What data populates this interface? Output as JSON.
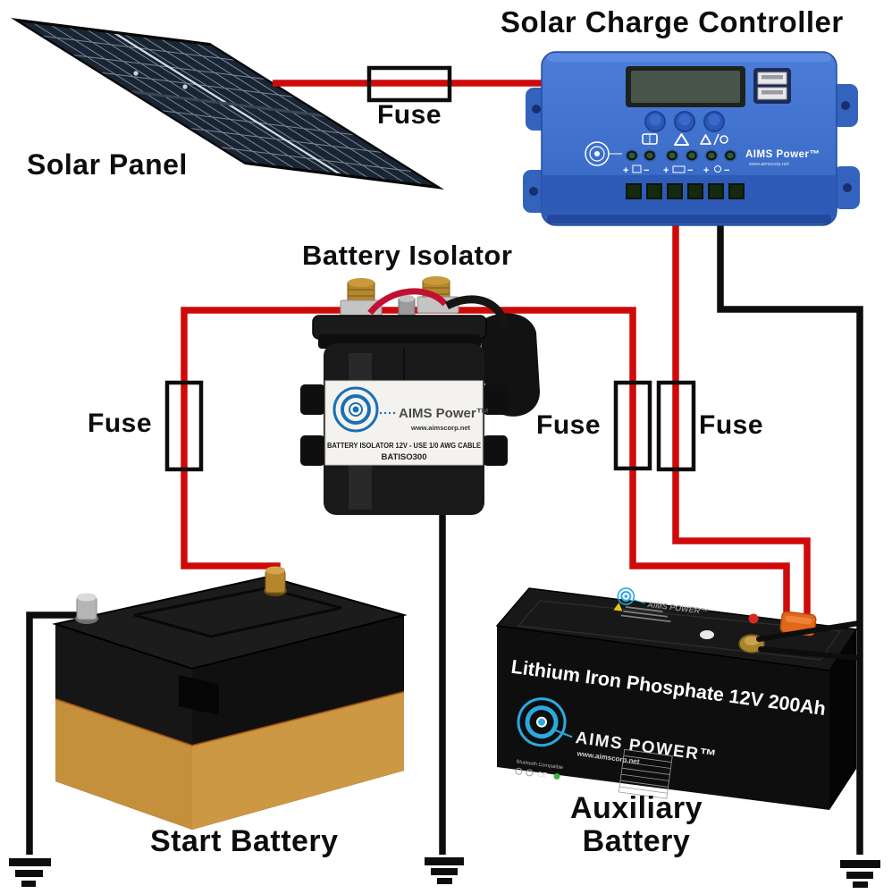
{
  "labels": {
    "controller_title": "Solar Charge Controller",
    "solar_panel": "Solar Panel",
    "battery_isolator": "Battery Isolator",
    "start_battery": "Start Battery",
    "auxiliary_battery_line1": "Auxiliary",
    "auxiliary_battery_line2": "Battery",
    "fuse_top": "Fuse",
    "fuse_left": "Fuse",
    "fuse_middle": "Fuse",
    "fuse_right": "Fuse"
  },
  "controller": {
    "brand": "AIMS Power™",
    "website": "www.aimscorp.net",
    "plus": "+",
    "minus": "−"
  },
  "isolator": {
    "brand": "AIMS Power™",
    "website": "www.aimscorp.net",
    "spec_line": "BATTERY ISOLATOR 12V - USE 1/0 AWG CABLE",
    "model": "BATISO300"
  },
  "aux_battery": {
    "front_title": "Lithium Iron Phosphate 12V 200Ah",
    "brand": "AIMS POWER™",
    "website": "www.aimscorp.net",
    "top_brand": "AIMS POWER™",
    "bluetooth_note": "Bluetooth Compatible",
    "certification": "CE"
  },
  "colors": {
    "positive_wire": "#ce0a0a",
    "negative_wire": "#0d0d0d",
    "controller_blue": "#3d6fcb",
    "start_battery_tan": "#c5903c",
    "aims_logo_blue": "#2aa9e1"
  }
}
